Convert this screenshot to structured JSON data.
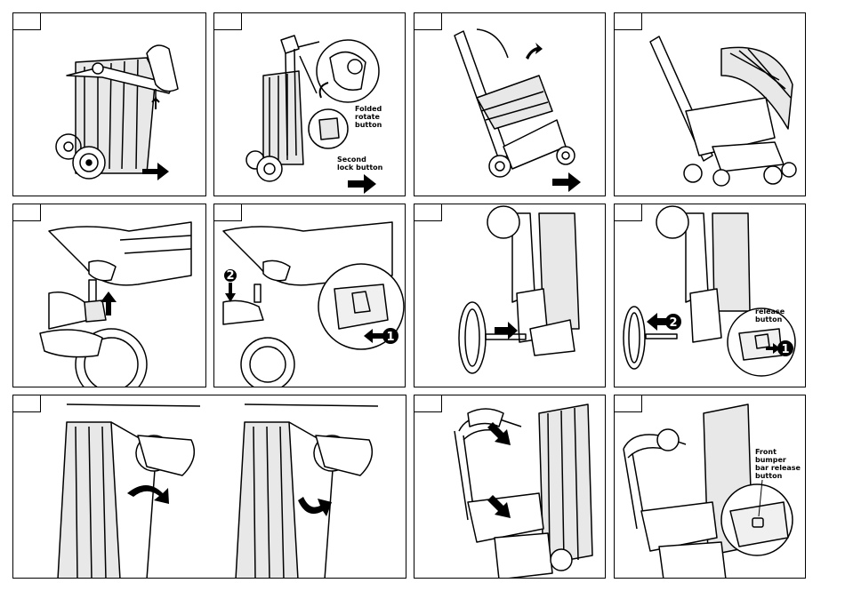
{
  "document": {
    "title": "Stroller unfolding and wheel assembly instructions",
    "step_count": 11
  },
  "panels": [
    {
      "id": 1,
      "labels": []
    },
    {
      "id": 2,
      "labels": [
        "Folded\nrotate\nbutton",
        "Second\nlock button"
      ]
    },
    {
      "id": 3,
      "labels": []
    },
    {
      "id": 4,
      "labels": []
    },
    {
      "id": 5,
      "labels": []
    },
    {
      "id": 6,
      "labels": [],
      "markers": [
        "2",
        "1"
      ]
    },
    {
      "id": 7,
      "labels": []
    },
    {
      "id": 8,
      "labels": [
        "release\nbutton"
      ],
      "markers": [
        "2",
        "1"
      ]
    },
    {
      "id": 9,
      "labels": []
    },
    {
      "id": 10,
      "labels": []
    },
    {
      "id": 11,
      "labels": [
        "Front bumper\nbar release\nbutton"
      ]
    }
  ],
  "colors": {
    "line": "#000000",
    "paper": "#ffffff",
    "shade": "#d9d9d9"
  },
  "icons": [
    "arrow-right-icon",
    "arrow-up-icon",
    "arrow-down-icon",
    "arrow-left-icon",
    "rotate-icon",
    "circle-number-icon"
  ]
}
